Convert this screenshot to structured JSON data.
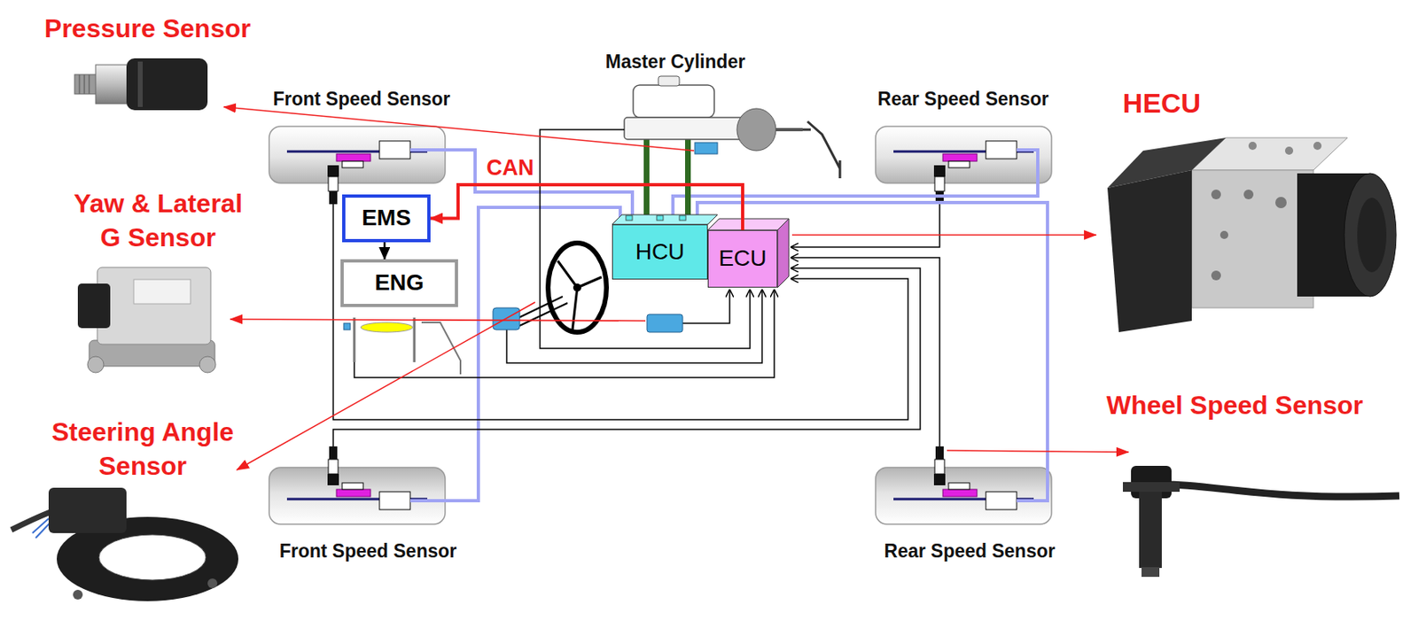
{
  "diagram": {
    "nodes": [
      {
        "text": [
          "EMS"
        ]
      },
      {
        "text": [
          "ENG"
        ]
      },
      {
        "text": [
          "HCU"
        ]
      },
      {
        "text": [
          "ECU"
        ]
      }
    ],
    "edges": [
      {
        "from": 3,
        "to": 0,
        "arrow": "to",
        "label": "CAN"
      },
      {
        "from": 0,
        "to": 1,
        "arrow": "to"
      }
    ],
    "labels": [
      "Pressure Sensor",
      "Front Speed Sensor",
      "Master Cylinder",
      "Rear Speed Sensor",
      "HECU",
      "Yaw & Lateral G Sensor",
      "Steering Angle Sensor",
      "Wheel Speed Sensor",
      "Front Speed Sensor",
      "Rear Speed Sensor"
    ]
  }
}
